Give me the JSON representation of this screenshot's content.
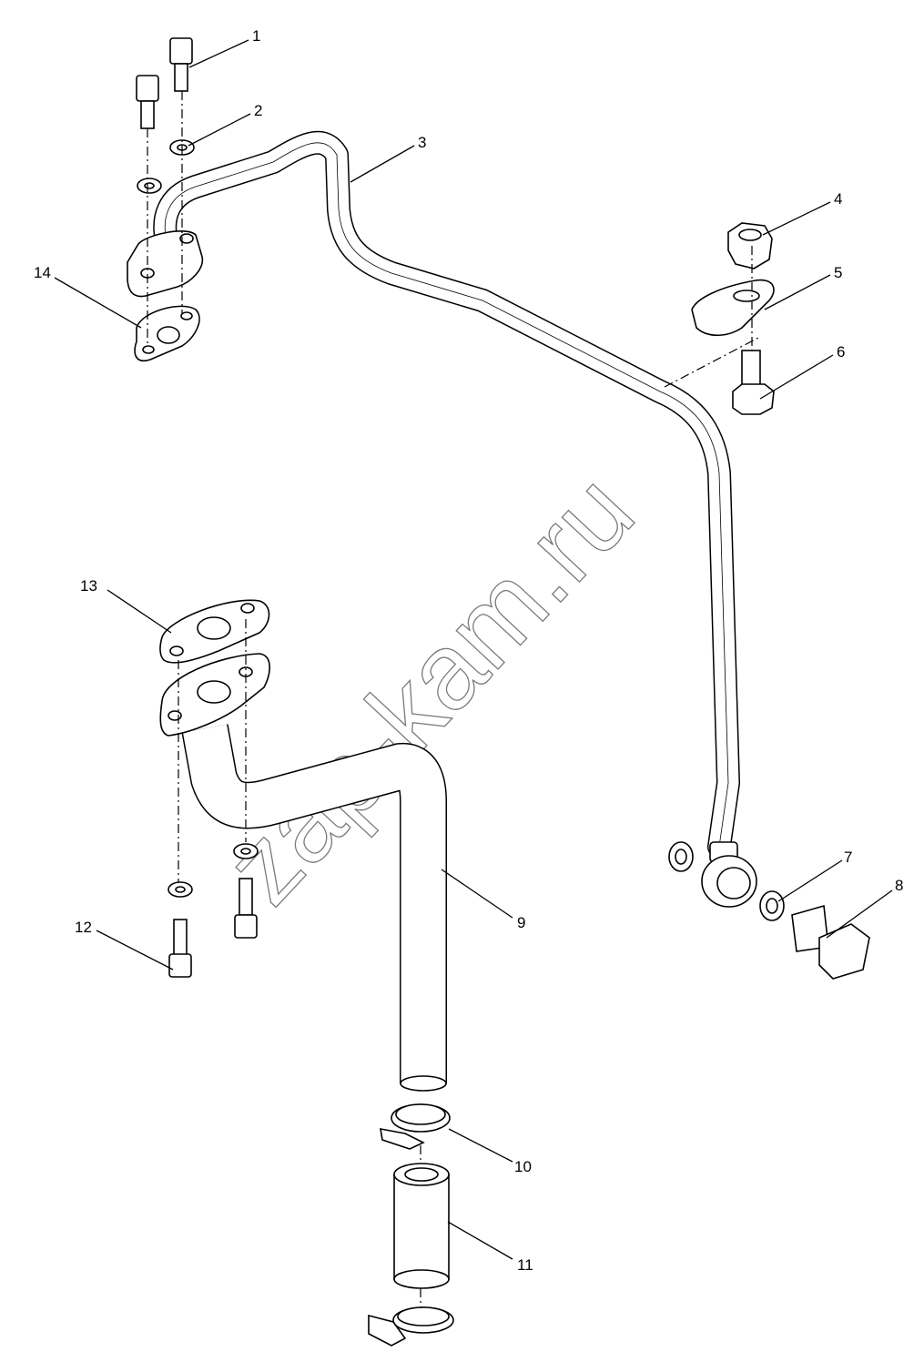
{
  "watermark": "zap-kam.ru",
  "callouts": [
    "1",
    "2",
    "3",
    "4",
    "5",
    "6",
    "7",
    "8",
    "9",
    "10",
    "11",
    "12",
    "13",
    "14"
  ]
}
